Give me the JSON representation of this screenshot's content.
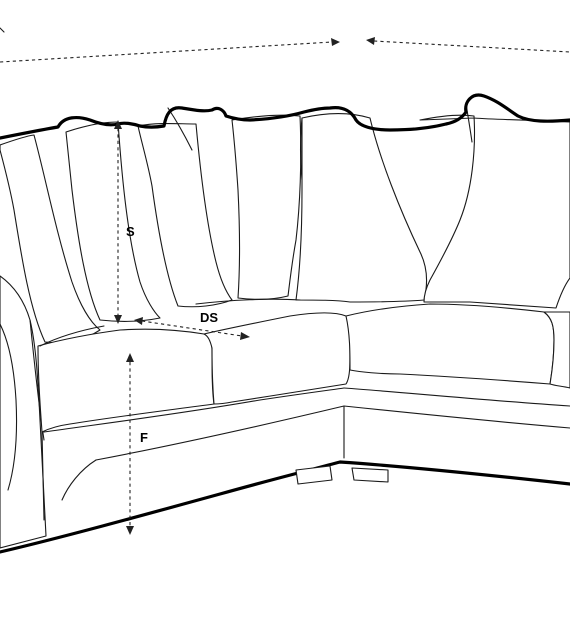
{
  "dimensions": {
    "seat_height": {
      "label": "S"
    },
    "depth_of_seat": {
      "label": "DS"
    },
    "floor_to_seat": {
      "label": "F"
    }
  },
  "colors": {
    "line": "#000000",
    "background": "#ffffff"
  }
}
